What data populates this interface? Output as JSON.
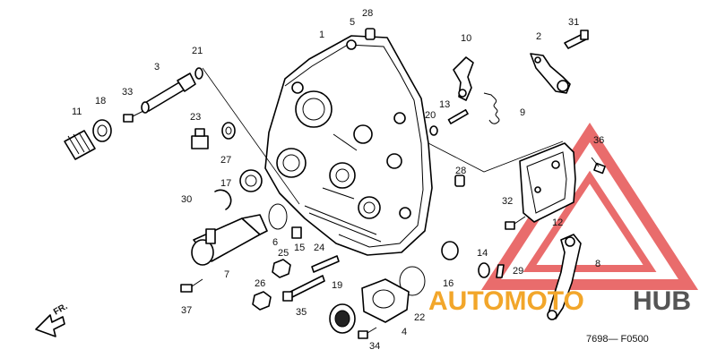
{
  "diagram": {
    "callouts": [
      "1",
      "2",
      "3",
      "4",
      "5",
      "6",
      "7",
      "8",
      "9",
      "10",
      "11",
      "12",
      "13",
      "14",
      "15",
      "16",
      "17",
      "18",
      "19",
      "20",
      "21",
      "22",
      "23",
      "24",
      "25",
      "26",
      "27",
      "28",
      "28",
      "29",
      "30",
      "31",
      "32",
      "33",
      "34",
      "35",
      "36",
      "37"
    ],
    "drawing_code": "7698— F0500",
    "direction_marker": "FR.",
    "colors": {
      "line": "#000000",
      "background": "#ffffff",
      "watermark_red": "#e23b3b",
      "watermark_orange": "#f2a62a",
      "watermark_gray": "#555555"
    }
  },
  "watermark": {
    "brand_part1": "AUTOMOTO",
    "brand_part2": "HUB"
  }
}
